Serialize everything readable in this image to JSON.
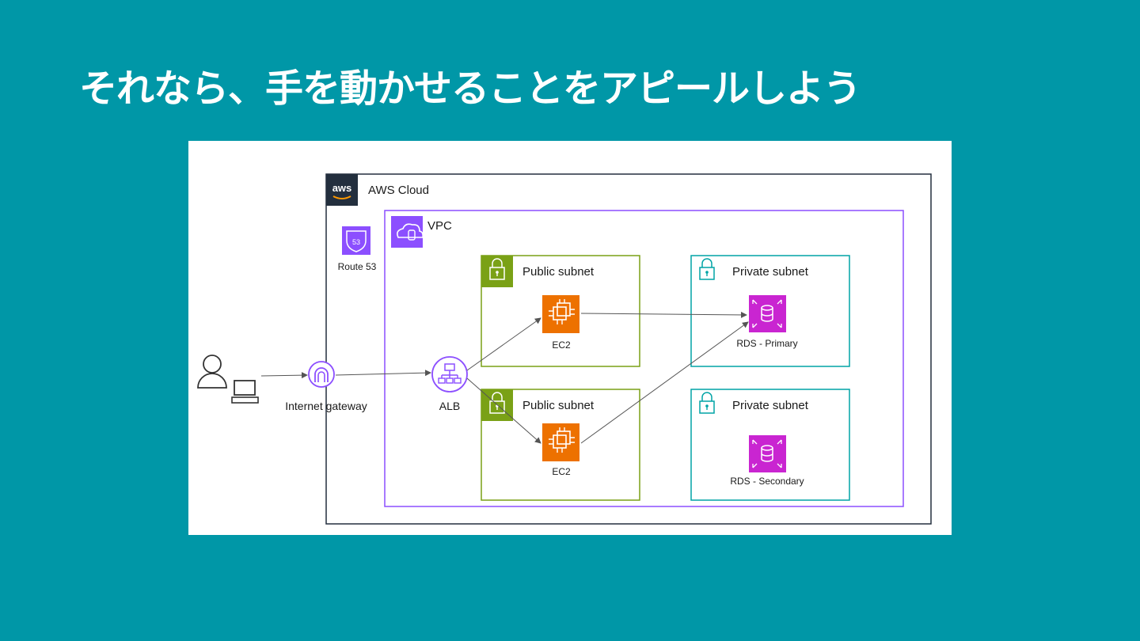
{
  "slide": {
    "title": "それなら、手を動かせることをアピールしよう"
  },
  "diagram": {
    "aws_logo_text": "aws",
    "aws_cloud_label": "AWS Cloud",
    "vpc_label": "VPC",
    "route53_badge": "53",
    "route53_label": "Route 53",
    "internet_gateway_label": "Internet gateway",
    "alb_label": "ALB",
    "public_subnet_1_label": "Public subnet",
    "public_subnet_2_label": "Public subnet",
    "private_subnet_1_label": "Private subnet",
    "private_subnet_2_label": "Private subnet",
    "ec2_1_label": "EC2",
    "ec2_2_label": "EC2",
    "rds_primary_label": "RDS - Primary",
    "rds_secondary_label": "RDS - Secondary"
  },
  "colors": {
    "background": "#0097a7",
    "vpc": "#8c4fff",
    "public_subnet": "#7aa116",
    "private_subnet": "#00a4a6",
    "ec2": "#ed7100",
    "rds": "#c925d1",
    "aws_cloud_border": "#232f3e"
  }
}
